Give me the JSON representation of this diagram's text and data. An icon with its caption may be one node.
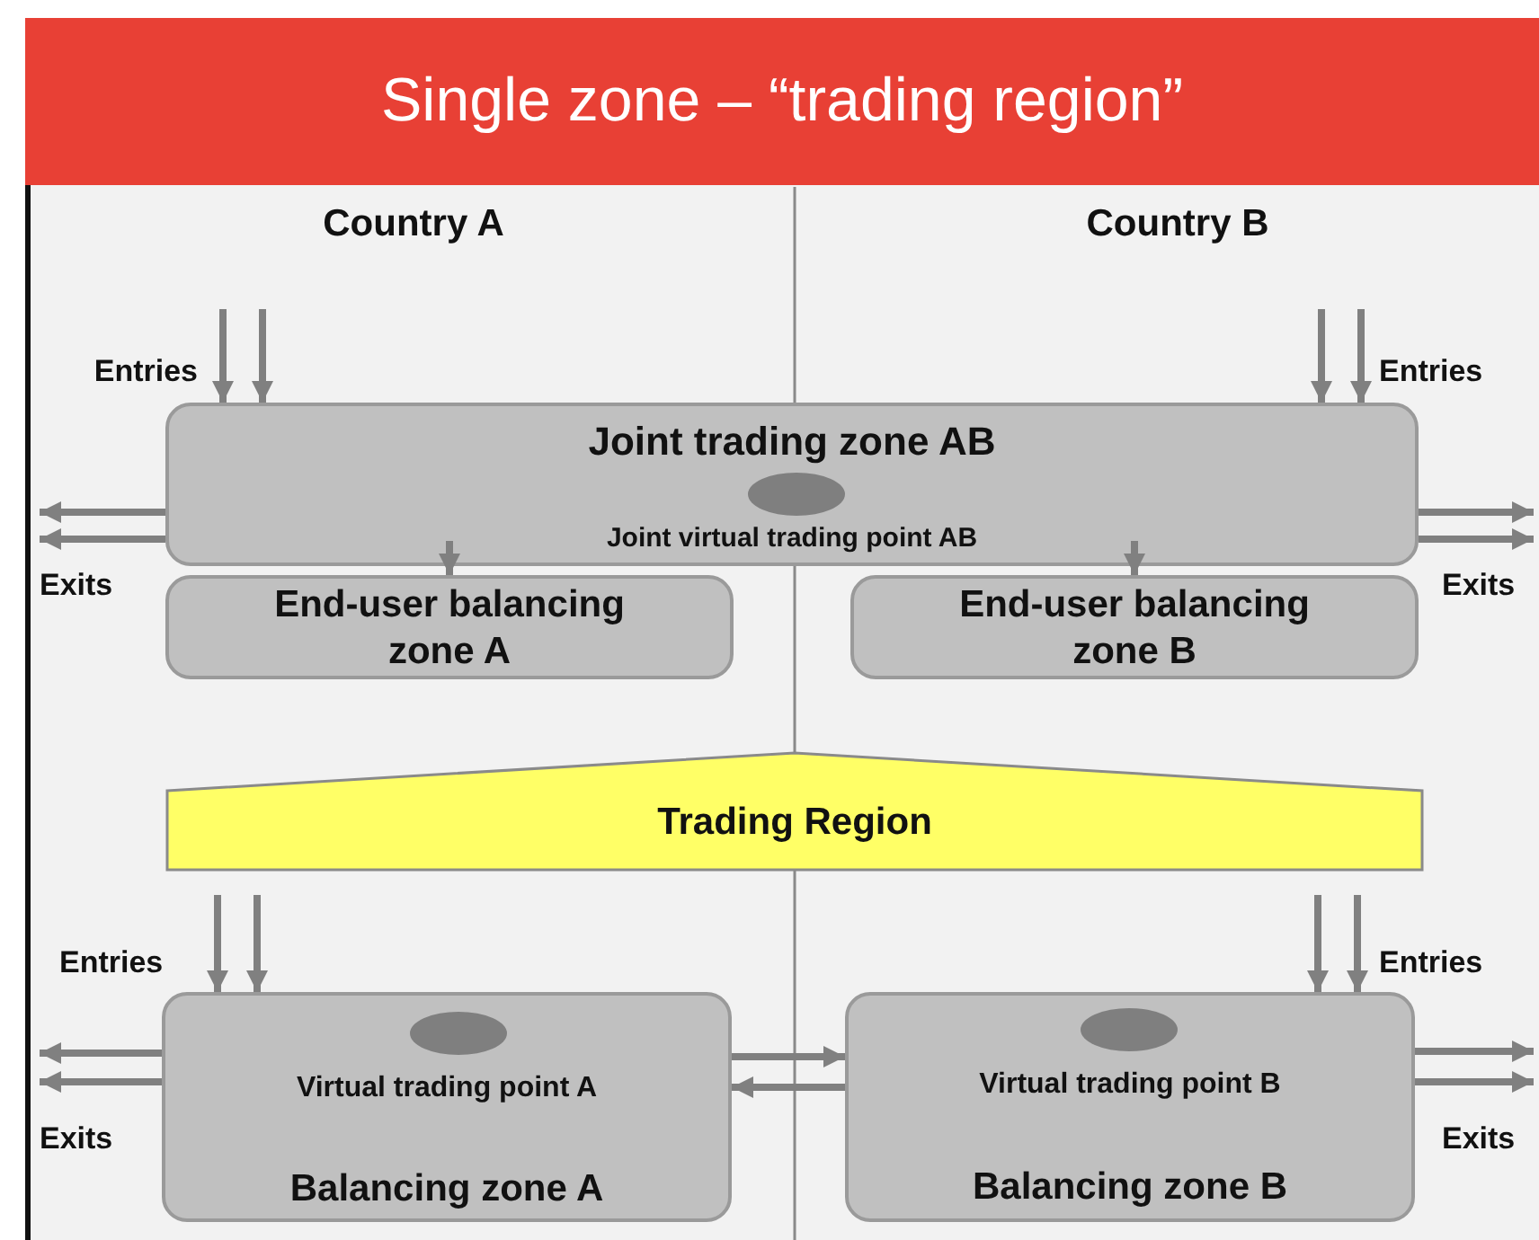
{
  "diagram": {
    "title": "Single zone – “trading region”",
    "nodes": [
      {
        "text": [
          "Joint trading zone AB",
          "Joint virtual trading point AB"
        ]
      },
      {
        "text": [
          "End-user balancing zone A"
        ]
      },
      {
        "text": [
          "End-user balancing zone B"
        ]
      },
      {
        "text": [
          "Trading Region"
        ]
      },
      {
        "text": [
          "Virtual trading point A",
          "Balancing zone A"
        ]
      },
      {
        "text": [
          "Virtual trading point B",
          "Balancing zone B"
        ]
      }
    ],
    "edges": [
      {
        "from": null,
        "to": 0,
        "arrow": "to"
      },
      {
        "from": null,
        "to": 0,
        "arrow": "to"
      },
      {
        "from": null,
        "to": 0,
        "arrow": "to"
      },
      {
        "from": null,
        "to": 0,
        "arrow": "to"
      },
      {
        "from": 0,
        "to": null,
        "arrow": "to"
      },
      {
        "from": 0,
        "to": null,
        "arrow": "to"
      },
      {
        "from": 0,
        "to": null,
        "arrow": "to"
      },
      {
        "from": 0,
        "to": null,
        "arrow": "to"
      },
      {
        "from": 0,
        "to": 1,
        "arrow": "to"
      },
      {
        "from": 0,
        "to": 2,
        "arrow": "to"
      },
      {
        "from": null,
        "to": 4,
        "arrow": "to"
      },
      {
        "from": null,
        "to": 4,
        "arrow": "to"
      },
      {
        "from": null,
        "to": 5,
        "arrow": "to"
      },
      {
        "from": null,
        "to": 5,
        "arrow": "to"
      },
      {
        "from": 4,
        "to": null,
        "arrow": "to"
      },
      {
        "from": 4,
        "to": null,
        "arrow": "to"
      },
      {
        "from": 5,
        "to": null,
        "arrow": "to"
      },
      {
        "from": 5,
        "to": null,
        "arrow": "to"
      },
      {
        "from": 4,
        "to": 5,
        "arrow": "to"
      },
      {
        "from": 5,
        "to": 4,
        "arrow": "to"
      }
    ],
    "labels": [
      "Country A",
      "Country B",
      "Entries",
      "Entries",
      "Exits",
      "Exits",
      "Entries",
      "Entries",
      "Exits",
      "Exits"
    ]
  }
}
